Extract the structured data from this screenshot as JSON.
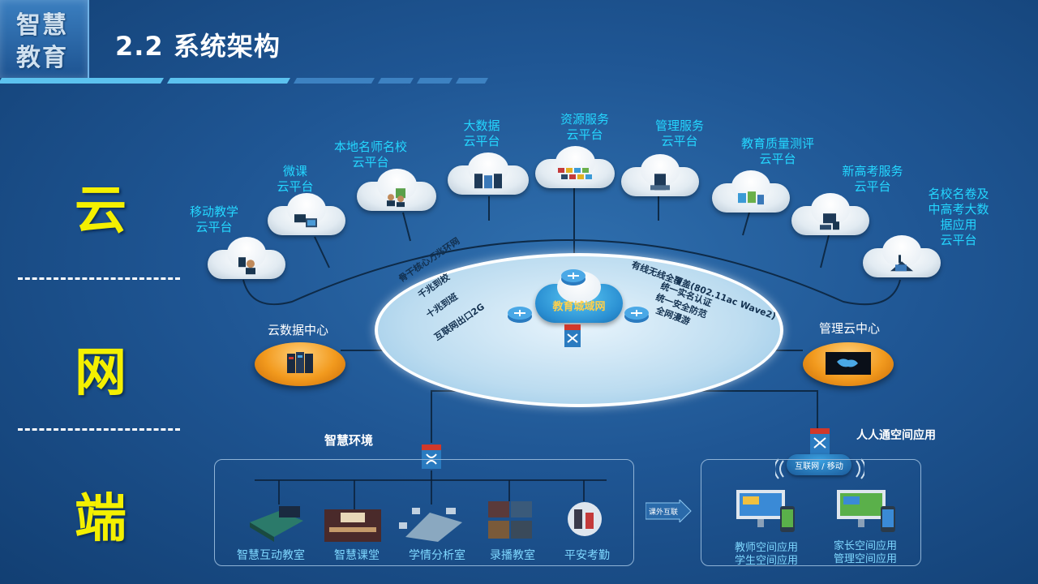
{
  "header": {
    "logo_line1": "智慧",
    "logo_line2": "教育",
    "title": "2.2 系统架构"
  },
  "layers": {
    "cloud": "云",
    "network": "网",
    "terminal": "端"
  },
  "cloud_platforms": [
    {
      "line1": "移动教学",
      "line2": "云平台"
    },
    {
      "line1": "微课",
      "line2": "云平台"
    },
    {
      "line1": "本地名师名校",
      "line2": "云平台"
    },
    {
      "line1": "大数据",
      "line2": "云平台"
    },
    {
      "line1": "资源服务",
      "line2": "云平台"
    },
    {
      "line1": "管理服务",
      "line2": "云平台"
    },
    {
      "line1": "教育质量测评",
      "line2": "云平台"
    },
    {
      "line1": "新高考服务",
      "line2": "云平台"
    },
    {
      "line1": "名校名卷及",
      "line2": "中高考大数",
      "line3": "据应用",
      "line4": "云平台"
    }
  ],
  "network": {
    "center_cloud": "教育城域网",
    "left_features": [
      "骨干核心万兆环网",
      "千兆到校",
      "十兆到班",
      "互联网出口2G"
    ],
    "right_features": [
      "有线无线全覆盖(802.11ac Wave2)",
      "统一实名认证",
      "统一安全防范",
      "全网漫游"
    ],
    "cloud_data_center": "云数据中心",
    "management_cloud_center": "管理云中心"
  },
  "terminal": {
    "smart_env_title": "智慧环境",
    "rooms": [
      "智慧互动教室",
      "智慧课堂",
      "学情分析室",
      "录播教室",
      "平安考勤"
    ],
    "arrow_label": "课外互联",
    "space_title": "人人通空间应用",
    "internet_mobile": "互联网 / 移动",
    "apps_left": [
      "教师空间应用",
      "学生空间应用"
    ],
    "apps_right": [
      "家长空间应用",
      "管理空间应用"
    ]
  }
}
